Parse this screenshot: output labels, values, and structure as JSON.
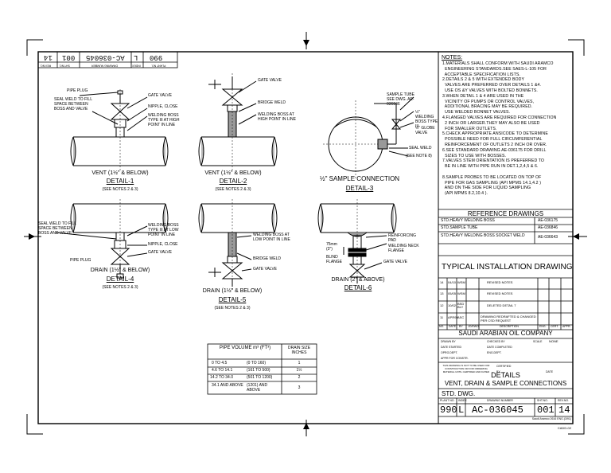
{
  "drawing_number": "AC-036045",
  "plant_no": "990",
  "index": "L",
  "sht_no": "001",
  "rev_no": "14",
  "top_strip": {
    "cells": [
      "990",
      "L",
      "AC-036045",
      "001",
      "14"
    ],
    "labels": [
      "PLANT NO.",
      "INDEX",
      "DRAWING NUMBER",
      "SHT.NO.",
      "REV.NO."
    ]
  },
  "details": {
    "d1": {
      "callouts": [
        "PIPE PLUG",
        "SEAL WELD TO FILL SPACE BETWEEN BOSS AND VALVE",
        "GATE VALVE",
        "NIPPLE, CLOSE",
        "WELDING BOSS TYPE III AT HIGH POINT IN LINE"
      ],
      "caption": "VENT (1½\" & BELOW)",
      "title": "DETAIL-1",
      "note": "(SEE NOTES 2 & 3)"
    },
    "d2": {
      "callouts": [
        "GATE VALVE",
        "BRIDGE WELD",
        "WELDING BOSS AT HIGH POINT IN LINE"
      ],
      "caption": "VENT (1½\" & BELOW)",
      "title": "DETAIL-2",
      "note": "(SEE NOTES 2 & 3)"
    },
    "d3": {
      "callouts": [
        "SAMPLE TUBE SEE DWG. AE-036846",
        "½\" WELDING BOSS TYPE III",
        "½\" GLOBE VALVE",
        "SEAL WELD",
        "(SEE NOTE 8)"
      ],
      "caption": "½\" SAMPLE CONNECTION",
      "title": "DETAIL-3"
    },
    "d4": {
      "callouts": [
        "SEAL WELD TO FILL SPACE BETWEEN BOSS AND VALVE",
        "WELDING BOSS TYPE III AT LOW POINT IN LINE",
        "NIPPLE, CLOSE",
        "GATE VALVE",
        "PIPE PLUG"
      ],
      "caption": "DRAIN (1½\" & BELOW)",
      "title": "DETAIL-4",
      "note": "(SEE NOTES 2 & 3)"
    },
    "d5": {
      "callouts": [
        "WELDING BOSS AT LOW POINT IN LINE",
        "BRIDGE WELD",
        "GATE VALVE"
      ],
      "caption": "DRAIN (1½\" & BELOW)",
      "title": "DETAIL-5",
      "note": "(SEE NOTES 2 & 3)"
    },
    "d6": {
      "callouts": [
        "75mm (3\")",
        "BLIND FLANGE",
        "REINFORCING PAD",
        "WELDING NECK FLANGE",
        "GATE VALVE"
      ],
      "caption": "DRAIN (2\" & ABOVE)",
      "title": "DETAIL-6"
    }
  },
  "pipe_volume_table": {
    "headers": [
      "PIPE VOLUME m³ (FT³)",
      "DRAIN SIZE INCHES"
    ],
    "rows": [
      [
        "0 TO 4.5",
        "(0 TO 160)",
        "1"
      ],
      [
        "4.6 TO 14.1",
        "(161 TO 500)",
        "1½"
      ],
      [
        "14.2 TO 34.0",
        "(501 TO 1200)",
        "2"
      ],
      [
        "34.1 AND ABOVE",
        "(1201) AND ABOVE",
        "3"
      ]
    ]
  },
  "notes": {
    "heading": "NOTES:",
    "lines": [
      "1.MATERIALS SHALL CONFORM WITH SAUDI ARAMCO",
      "  ENGINEERING STANDARDS.SEE SAES-L-105 FOR",
      "  ACCEPTABLE SPECIFICATION LISTS.",
      "2.DETAILS 2 & 5 WITH EXTENDED BODY",
      "  VALVES ARE PREFERRED OVER DETAILS 1 &4.",
      "  USE OS &Y VALVES WITH BOLTED BONNETS.",
      "3.WHEN DETAIL 1 & 4 ARE USED IN THE",
      "  VICINITY OF PUMPS OR CONTROL VALVES,",
      "  ADDITIONAL BRACING MAY BE REQUIRED.",
      "  USE WELDED BONNET VALVES.",
      "4.FLANGED VALVES ARE REQUIRED FOR CONNECTION",
      "  2 INCH OR LARGER.THEY MAY ALSO BE USED",
      "  FOR SMALLER OUTLETS.",
      "5.CHECK APPROPRIATE ANSICODE TO DETERMINE",
      "  POSSIBLE NEED FOR FULL CIRCUMFERENTIAL",
      "  REINFORCEMENT OF OUTLETS 2 INCH OR OVER.",
      "6.SEE STANDARD DRAWING AE-036175 FOR DRILL",
      "  SIZES TO USE WITH BOSSES.",
      "7.VALVES STEM ORIENTATION IS PREFERRED TO",
      "  BE IN LINE WITH PIPE RUN IN DET.1,2,4,5 & 6.",
      "",
      "8.SAMPLE PROBES TO BE LOCATED ON TOP OF",
      "  PIPE FOR GAS SAMPLING (API MPMS 14.1,4.2 )",
      "  AND ON THE SIDE FOR LIQUID SAMPLING",
      "  (API MPMS 8.2,10.4 )."
    ]
  },
  "reference_drawings": {
    "title": "REFERENCE DRAWINGS",
    "rows": [
      [
        "STD.HEAVY WELDING BOSS",
        "AE-036175"
      ],
      [
        "STD.SAMPLE TUBE",
        "AE-036846"
      ],
      [
        "STD.HEAVY WELDING BOSS SOCKET WELD",
        "AE-036643"
      ]
    ]
  },
  "typical_install": {
    "title": "TYPICAL INSTALLATION DRAWING",
    "revisions": [
      [
        "14",
        "04/10",
        "WSM",
        "REVISED NOTES"
      ],
      [
        "13",
        "05/05",
        "WSM",
        "REVISED NOTES"
      ],
      [
        "12",
        "10/02",
        "BSD BLY",
        "DELETED DETAIL 7"
      ],
      [
        "11",
        "APR93",
        "ASC",
        "DRAWING REDRAFTED & CHANGED PER CSD REQUEST"
      ]
    ],
    "rev_headers": [
      "NO.",
      "DATE",
      "BY",
      "JO/EWO",
      "DESCRIPTION",
      "ENG.",
      "CERT.",
      "APPR."
    ],
    "company": "SAUDI ARABIAN OIL COMPANY",
    "small_labels": [
      "DRAWN BY",
      "CHECKED BY",
      "SCALE",
      "NONE",
      "DATE STARTED",
      "DATE COMPLETED",
      "OPRG.DEPT.",
      "ENG.DEPT.",
      "APPR FOR CONSTR.",
      "THIS DRAWING IS NOT TO BE USED FOR CONSTRUCTION OR FOR ORDERING MATERIAL UNTIL CERTIFIED AND DATED",
      "CERTIFIED",
      "BY",
      "DATE"
    ],
    "details_title": "DETAILS",
    "details_subtitle": "VENT, DRAIN & SAMPLE CONNECTIONS",
    "std_dwg": "STD. DWG.",
    "footer_headers": [
      "PLANT NO.",
      "INDEX",
      "DRAWING NUMBER",
      "SHT.NO.",
      "REV.NO."
    ],
    "footer_values": [
      "990",
      "L",
      "AC-036045",
      "001",
      "14"
    ],
    "footer_note": "Saudi Aramco 2616 ENG.(3/91)",
    "cadd": "CADD-02"
  }
}
